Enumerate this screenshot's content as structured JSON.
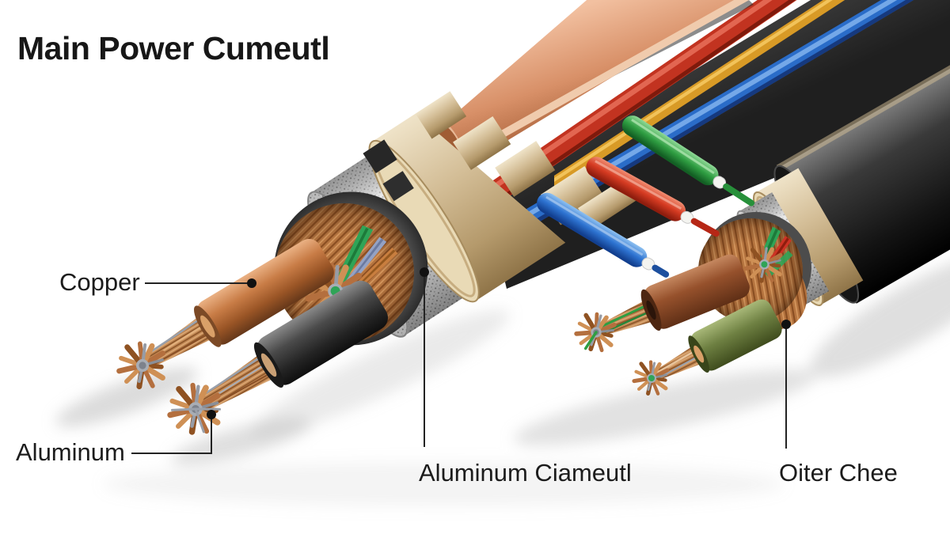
{
  "title": "Main Power Cumeutl",
  "labels": {
    "copper": "Copper",
    "aluminum": "Aluminum",
    "aluminum_conductor": "Aluminum Ciameutl",
    "outer_sheath": "Oiter Chee"
  },
  "palette": {
    "copper_strand": "#c08652",
    "copper_insulation": "#c87c46",
    "copper_outer_sheath": "#d89068",
    "tan_jacket": "#d3bd96",
    "braided_shield": "#d9d9d9",
    "inner_shield_ring": "#4c4c4c",
    "black_jacket": "#1c1c1c",
    "black_insulation": "#3c3c3c",
    "red_wire": "#c9301c",
    "blue_wire": "#2a6cc8",
    "yellow_wire": "#d89a26",
    "green_wire": "#2f9e42",
    "brown_wire": "#96512c",
    "olive_wire": "#6e8042",
    "leader_line": "#232323",
    "text": "#1c1c1c",
    "background": "#ffffff"
  }
}
